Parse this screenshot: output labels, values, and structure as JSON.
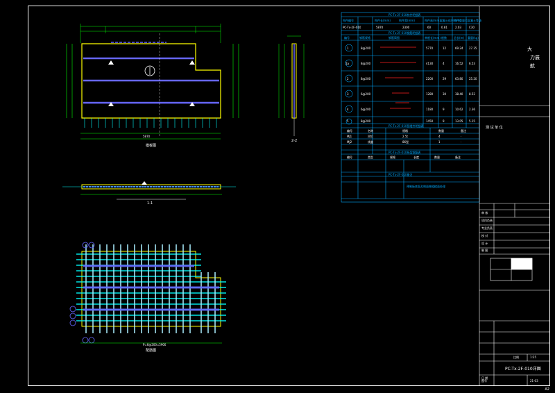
{
  "sheet": {
    "title_block": {
      "top_chars": [
        "大",
        "力",
        "展",
        "航"
      ],
      "project_label": "测 试 单 位",
      "row_labels": [
        "审 核",
        "项目负责",
        "专业负责",
        "校 对",
        "设 计",
        "制 图",
        "",
        "日 期"
      ],
      "sheet_title": "PC-Tx-2F-010详图",
      "scale_label": "比例",
      "scale_value": "1:25",
      "sheet_no_label": "图号",
      "sheet_no_value": "21-03",
      "corner_text": "A2"
    },
    "table": {
      "header": "PC-Tx-2F-010构件明细表",
      "header_row": [
        "构件编号",
        "构件长(mm)",
        "构件宽(mm)",
        "构件高(mm)",
        "混凝土体积(m³)",
        "构件重量(t)",
        "混凝土等级"
      ],
      "first_row": [
        "PC-Tx-2F-010",
        "5870",
        "2300",
        "60",
        "0.81",
        "2.03",
        "C30"
      ],
      "rebar_header": "PC-Tx-2F-010钢筋明细表",
      "rebar_cols": [
        "编号",
        "钢筋规格",
        "钢筋简图",
        "单根长(mm)",
        "根数",
        "总长(m)",
        "重量(kg)"
      ],
      "rebar_rows": [
        {
          "no": "1",
          "spec": "8@200",
          "len": "5770",
          "qty": "12",
          "total": "69.24",
          "weight": "27.35"
        },
        {
          "no": "1a",
          "spec": "8@200",
          "len": "4130",
          "qty": "4",
          "total": "16.52",
          "weight": "6.53"
        },
        {
          "no": "2",
          "spec": "8@200",
          "len": "2200",
          "qty": "29",
          "total": "63.80",
          "weight": "25.20"
        },
        {
          "no": "3",
          "spec": "6@200",
          "len": "1280",
          "qty": "30",
          "total": "38.40",
          "weight": "8.52"
        },
        {
          "no": "4",
          "spec": "6@200",
          "len": "1180",
          "qty": "9",
          "total": "10.62",
          "weight": "2.36"
        },
        {
          "no": "5",
          "spec": "8@200",
          "len": "1450",
          "qty": "9",
          "total": "13.05",
          "weight": "5.15"
        }
      ],
      "embed_header": "PC-Tx-2F-010预埋件明细表",
      "embed_rows": [
        [
          "编号",
          "名称",
          "规格",
          "数量",
          "备注"
        ],
        [
          "MJ1",
          "吊钉",
          "2.5t",
          "4",
          "-"
        ],
        [
          "MJ2",
          "线盒",
          "86型",
          "1",
          "-"
        ]
      ],
      "truss_header": "PC-Tx-2F-010桁架钢筋表",
      "truss_row": [
        "编号",
        "类型",
        "规格",
        "长度",
        "数量",
        "备注"
      ],
      "note_header": "PC-Tx-2F-010备注",
      "note_text": "预制板底面及侧面做粗糙面处理"
    },
    "views": {
      "plan_title": "模板图",
      "section_title": "1-1",
      "side_title": "2-2",
      "rebar_title": "配筋图",
      "dim_total": "5870",
      "dim_rebar": "P=6@200=5900"
    }
  }
}
